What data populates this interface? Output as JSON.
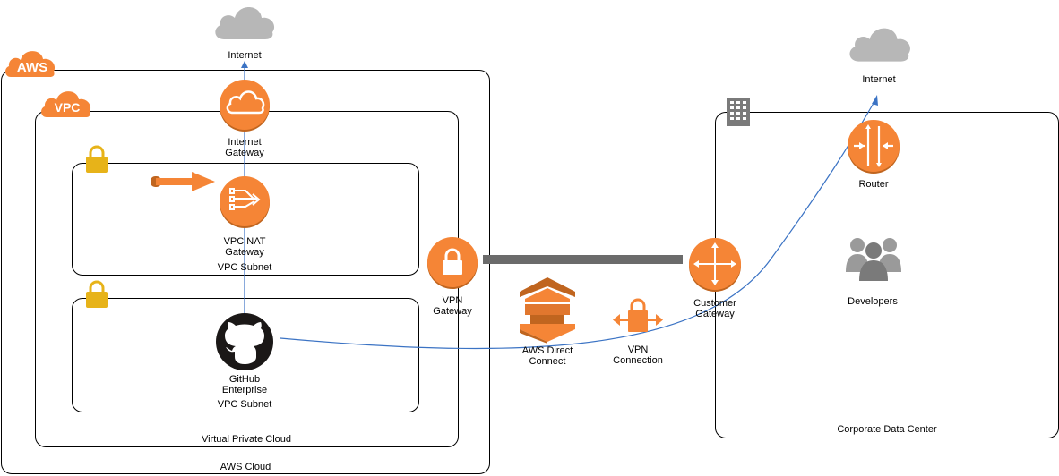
{
  "labels": {
    "internet_top": "Internet",
    "aws_badge": "AWS",
    "vpc_badge": "VPC",
    "internet_gateway": "Internet\nGateway",
    "vpc_nat_gateway": "VPC NAT\nGateway",
    "vpc_subnet_1": "VPC Subnet",
    "vpc_subnet_2": "VPC Subnet",
    "github_enterprise": "GitHub\nEnterprise",
    "virtual_private_cloud": "Virtual Private Cloud",
    "aws_cloud": "AWS Cloud",
    "vpn_gateway": "VPN\nGateway",
    "aws_direct_connect": "AWS Direct\nConnect",
    "vpn_connection": "VPN\nConnection",
    "customer_gateway": "Customer\nGateway",
    "internet_right": "Internet",
    "router": "Router",
    "developers": "Developers",
    "corporate_data_center": "Corporate Data Center"
  },
  "colors": {
    "aws_orange": "#F58536",
    "cloud_gray": "#B7B7B7",
    "lock_gold": "#E7B319",
    "line_blue": "#3B73C4",
    "connection_gray": "#6B6B6B"
  }
}
